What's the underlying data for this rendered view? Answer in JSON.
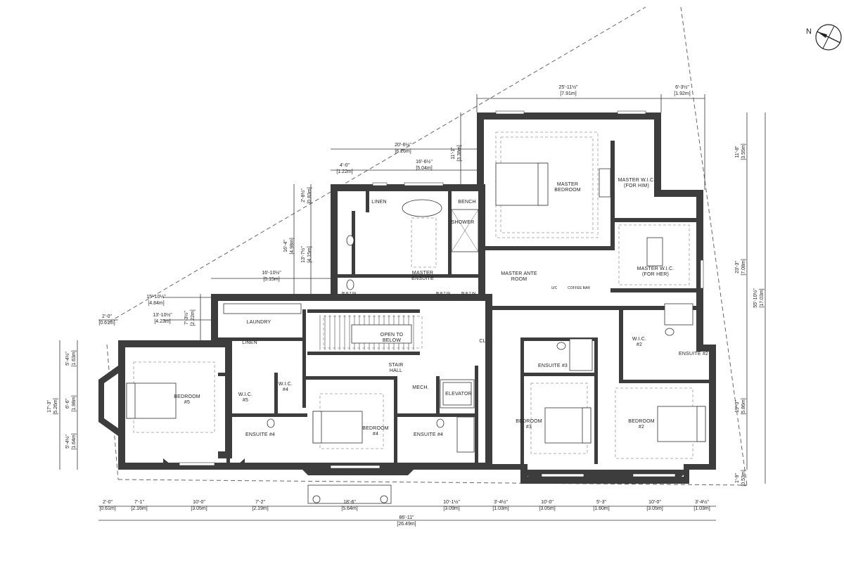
{
  "compass": {
    "label": "N"
  },
  "rooms": {
    "master_bedroom": [
      "MASTER",
      "BEDROOM"
    ],
    "master_wic_him": [
      "MASTER W.I.C.",
      "(FOR HIM)"
    ],
    "master_wic_her": [
      "MASTER W.I.C.",
      "(FOR HER)"
    ],
    "master_ensuite": [
      "MASTER",
      "ENSUITE"
    ],
    "master_ante": [
      "MASTER ANTE",
      "ROOM"
    ],
    "linen_top": "LINEN",
    "bench": "BENCH",
    "shower": "SHOWER",
    "built_in_1": "BUILT IN",
    "built_in_2": "BUILT IN",
    "built_in_3": "BUILT IN",
    "coffee_bar": "COFFEE BAR",
    "uc": "U/C",
    "laundry": "LAUNDRY",
    "linen_mid": "LINEN",
    "open_to_below": [
      "OPEN TO",
      "BELOW"
    ],
    "stair_hall": [
      "STAIR",
      "HALL"
    ],
    "mech": "MECH.",
    "elevator": "ELEVATOR",
    "bedroom5": [
      "BEDROOM",
      "#5"
    ],
    "bedroom4": [
      "BEDROOM",
      "#4"
    ],
    "bedroom3": [
      "BEDROOM",
      "#3"
    ],
    "bedroom2": [
      "BEDROOM",
      "#2"
    ],
    "wic5": [
      "W.I.C.",
      "#5"
    ],
    "wic4": [
      "W.I.C.",
      "#4"
    ],
    "wic2": [
      "W.I.C.",
      "#2"
    ],
    "ensuite4a": "ENSUITE #4",
    "ensuite4b": "ENSUITE #4",
    "ensuite3": "ENSUITE #3",
    "ensuite2": "ENSUITE #2",
    "cl": "CL"
  },
  "dims_top": {
    "d1": [
      "25'-11½\"",
      "[7.91m]"
    ],
    "d2": [
      "6'-3½\"",
      "[1.92m]"
    ],
    "d3": [
      "20'-6½\"",
      "[6.26m]"
    ],
    "d4": [
      "4'-0\"",
      "[1.22m]"
    ],
    "d5": [
      "16'-6½\"",
      "[5.04m]"
    ],
    "d6": [
      "16'-10½\"",
      "[5.15m]"
    ],
    "d7": [
      "15'-10½\"",
      "[4.84m]"
    ],
    "d8": [
      "13'-10½\"",
      "[4.23m]"
    ],
    "d9": [
      "2'-0\"",
      "[0.61m]"
    ]
  },
  "dims_vertical_left": {
    "v1": [
      "11'-1\"",
      "[3.38m]"
    ],
    "v2": [
      "2'-8½\"",
      "[0.83m]"
    ],
    "v3": [
      "16'-4\"",
      "[4.98m]"
    ],
    "v4": [
      "13'-7½\"",
      "[4.15m]"
    ],
    "v5": [
      "7'-3½\"",
      "[2.22m]"
    ],
    "v6": [
      "17'-3\"",
      "[5.26m]"
    ],
    "v7": [
      "5'-4½\"",
      "[1.63m]"
    ],
    "v8": [
      "6'-6\"",
      "[1.98m]"
    ],
    "v9": [
      "5'-4½\"",
      "[1.64m]"
    ]
  },
  "dims_vertical_right": {
    "r1": [
      "11'-8\"",
      "[3.55m]"
    ],
    "r2": [
      "23'-3\"",
      "[7.08m]"
    ],
    "r3": [
      "55'-10½\"",
      "[17.03m]"
    ],
    "r4": [
      "19'-3\"",
      "[5.86m]"
    ],
    "r5": [
      "1'-9\"",
      "[0.53m]"
    ]
  },
  "dims_bottom": {
    "b1": [
      "2'-0\"",
      "[0.61m]"
    ],
    "b2": [
      "7'-1\"",
      "[2.16m]"
    ],
    "b3": [
      "10'-0\"",
      "[3.05m]"
    ],
    "b4": [
      "7'-2\"",
      "[2.19m]"
    ],
    "b5": [
      "18'-6\"",
      "[5.64m]"
    ],
    "b6": [
      "10'-1½\"",
      "[3.09m]"
    ],
    "b7": [
      "3'-4½\"",
      "[1.03m]"
    ],
    "b8": [
      "10'-0\"",
      "[3.05m]"
    ],
    "b9": [
      "5'-3\"",
      "[1.60m]"
    ],
    "b10": [
      "10'-0\"",
      "[3.05m]"
    ],
    "b11": [
      "3'-4½\"",
      "[1.03m]"
    ],
    "total": [
      "86'-11\"",
      "[26.49m]"
    ]
  }
}
